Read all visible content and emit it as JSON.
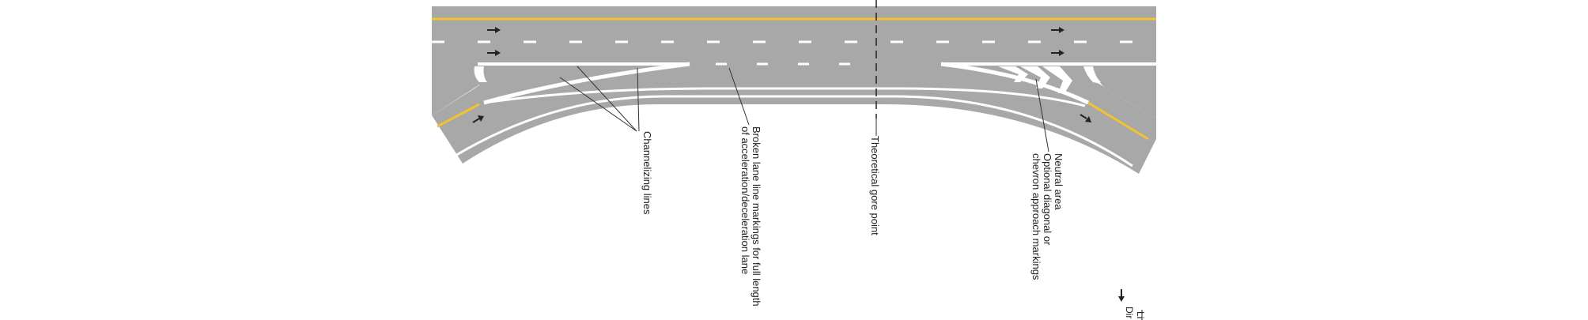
{
  "colors": {
    "road": "#a8a8a8",
    "road_edge": "#8c8c8c",
    "white_line": "#ffffff",
    "yellow_line": "#f2c230",
    "leader": "#333333",
    "text": "#222222"
  },
  "labels": {
    "channelizing": "Channelizing lines",
    "broken_lane_1": "Broken lane line markings for full length",
    "broken_lane_2": "of acceleration/deceleration lane",
    "gore_point": "Theoretical gore point",
    "neutral_1": "Neutral area",
    "neutral_2": "Optional diagonal or",
    "neutral_3": "chevron approach markings",
    "legend_direction": "Dir",
    "legend_cut": "Li"
  },
  "icons": {
    "arrow": "direction-arrow-icon"
  }
}
